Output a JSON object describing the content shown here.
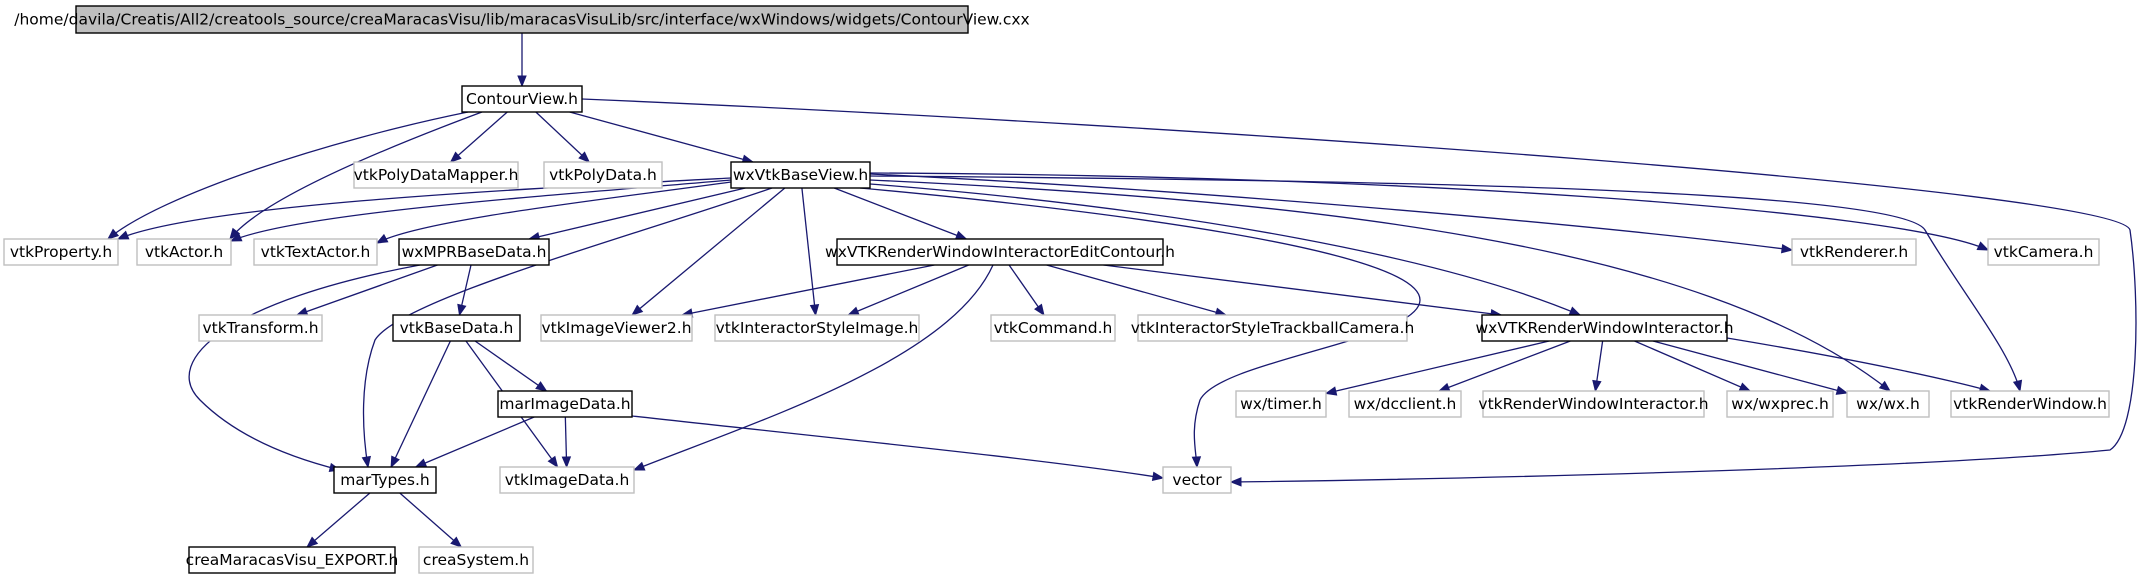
{
  "colors": {
    "edge": "#191970",
    "root_fill": "#bfbfbf",
    "documented_border": "#000000",
    "external_border": "#bfbfbf",
    "text": "#000000"
  },
  "nodes": [
    {
      "id": "root",
      "label": "/home/davila/Creatis/All2/creatools_source/creaMaracasVisu/lib/maracasVisuLib/src/interface/wxWindows/widgets/ContourView.cxx",
      "kind": "root"
    },
    {
      "id": "contourview",
      "label": "ContourView.h",
      "kind": "documented"
    },
    {
      "id": "vtkpolydatamapper",
      "label": "vtkPolyDataMapper.h",
      "kind": "external"
    },
    {
      "id": "vtkpolydata",
      "label": "vtkPolyData.h",
      "kind": "external"
    },
    {
      "id": "wxvtkbaseview",
      "label": "wxVtkBaseView.h",
      "kind": "documented"
    },
    {
      "id": "vtkproperty",
      "label": "vtkProperty.h",
      "kind": "external"
    },
    {
      "id": "vtkactor",
      "label": "vtkActor.h",
      "kind": "external"
    },
    {
      "id": "vtktextactor",
      "label": "vtkTextActor.h",
      "kind": "external"
    },
    {
      "id": "wxmprbasedata",
      "label": "wxMPRBaseData.h",
      "kind": "documented"
    },
    {
      "id": "wxvtkrwiec",
      "label": "wxVTKRenderWindowInteractorEditContour.h",
      "kind": "documented"
    },
    {
      "id": "vtkrenderer",
      "label": "vtkRenderer.h",
      "kind": "external"
    },
    {
      "id": "vtkcamera",
      "label": "vtkCamera.h",
      "kind": "external"
    },
    {
      "id": "vtktransform",
      "label": "vtkTransform.h",
      "kind": "external"
    },
    {
      "id": "vtkbasedata",
      "label": "vtkBaseData.h",
      "kind": "documented"
    },
    {
      "id": "vtkimageviewer2",
      "label": "vtkImageViewer2.h",
      "kind": "external"
    },
    {
      "id": "vtkinteractorstyleimage",
      "label": "vtkInteractorStyleImage.h",
      "kind": "external"
    },
    {
      "id": "vtkcommand",
      "label": "vtkCommand.h",
      "kind": "external"
    },
    {
      "id": "vtkistc",
      "label": "vtkInteractorStyleTrackballCamera.h",
      "kind": "external"
    },
    {
      "id": "wxvtkrwi",
      "label": "wxVTKRenderWindowInteractor.h",
      "kind": "documented"
    },
    {
      "id": "marimagedata",
      "label": "marImageData.h",
      "kind": "documented"
    },
    {
      "id": "wxtimer",
      "label": "wx/timer.h",
      "kind": "external"
    },
    {
      "id": "wxdcclient",
      "label": "wx/dcclient.h",
      "kind": "external"
    },
    {
      "id": "vtkrenderwindowinteractor",
      "label": "vtkRenderWindowInteractor.h",
      "kind": "external"
    },
    {
      "id": "wxwxprec",
      "label": "wx/wxprec.h",
      "kind": "external"
    },
    {
      "id": "wxwx",
      "label": "wx/wx.h",
      "kind": "external"
    },
    {
      "id": "vtkrenderwindow",
      "label": "vtkRenderWindow.h",
      "kind": "external"
    },
    {
      "id": "martypes",
      "label": "marTypes.h",
      "kind": "documented"
    },
    {
      "id": "vtkimagedata",
      "label": "vtkImageData.h",
      "kind": "external"
    },
    {
      "id": "vector",
      "label": "vector",
      "kind": "external"
    },
    {
      "id": "export",
      "label": "creaMaracasVisu_EXPORT.h",
      "kind": "documented"
    },
    {
      "id": "creasystem",
      "label": "creaSystem.h",
      "kind": "external"
    }
  ],
  "edges": [
    [
      "root",
      "contourview"
    ],
    [
      "contourview",
      "vtkproperty"
    ],
    [
      "contourview",
      "vtkactor"
    ],
    [
      "contourview",
      "vtkpolydatamapper"
    ],
    [
      "contourview",
      "vtkpolydata"
    ],
    [
      "contourview",
      "wxvtkbaseview"
    ],
    [
      "contourview",
      "vector"
    ],
    [
      "wxvtkbaseview",
      "vtkproperty"
    ],
    [
      "wxvtkbaseview",
      "vtkactor"
    ],
    [
      "wxvtkbaseview",
      "vtktextactor"
    ],
    [
      "wxvtkbaseview",
      "wxmprbasedata"
    ],
    [
      "wxvtkbaseview",
      "martypes"
    ],
    [
      "wxvtkbaseview",
      "vtkimageviewer2"
    ],
    [
      "wxvtkbaseview",
      "vtkinteractorstyleimage"
    ],
    [
      "wxvtkbaseview",
      "wxvtkrwiec"
    ],
    [
      "wxvtkbaseview",
      "vector"
    ],
    [
      "wxvtkbaseview",
      "wxvtkrwi"
    ],
    [
      "wxvtkbaseview",
      "wxwx"
    ],
    [
      "wxvtkbaseview",
      "vtkrenderwindow"
    ],
    [
      "wxvtkbaseview",
      "vtkrenderer"
    ],
    [
      "wxvtkbaseview",
      "vtkcamera"
    ],
    [
      "wxmprbasedata",
      "vtktransform"
    ],
    [
      "wxmprbasedata",
      "vtkbasedata"
    ],
    [
      "wxmprbasedata",
      "martypes"
    ],
    [
      "vtkbasedata",
      "martypes"
    ],
    [
      "vtkbasedata",
      "vtkimagedata"
    ],
    [
      "vtkbasedata",
      "marimagedata"
    ],
    [
      "marimagedata",
      "martypes"
    ],
    [
      "marimagedata",
      "vtkimagedata"
    ],
    [
      "marimagedata",
      "vector"
    ],
    [
      "wxvtkrwiec",
      "vtkimageviewer2"
    ],
    [
      "wxvtkrwiec",
      "vtkinteractorstyleimage"
    ],
    [
      "wxvtkrwiec",
      "vtkimagedata"
    ],
    [
      "wxvtkrwiec",
      "vtkcommand"
    ],
    [
      "wxvtkrwiec",
      "vtkistc"
    ],
    [
      "wxvtkrwiec",
      "wxvtkrwi"
    ],
    [
      "wxvtkrwi",
      "wxtimer"
    ],
    [
      "wxvtkrwi",
      "wxdcclient"
    ],
    [
      "wxvtkrwi",
      "vtkrenderwindowinteractor"
    ],
    [
      "wxvtkrwi",
      "wxwxprec"
    ],
    [
      "wxvtkrwi",
      "wxwx"
    ],
    [
      "wxvtkrwi",
      "vtkrenderwindow"
    ],
    [
      "martypes",
      "export"
    ],
    [
      "martypes",
      "creasystem"
    ]
  ]
}
